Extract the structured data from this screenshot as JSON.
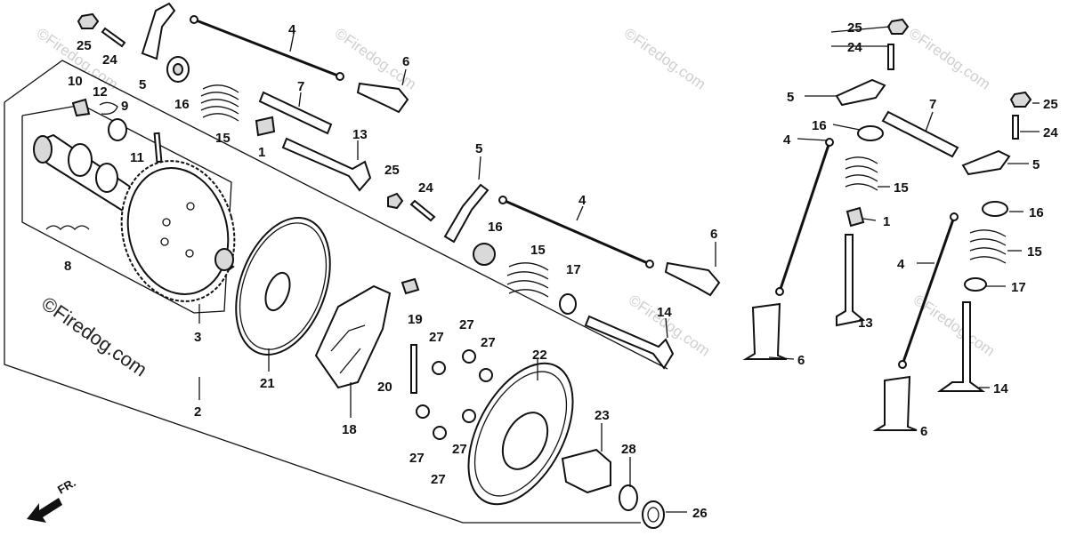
{
  "diagram": {
    "watermark": "©Firedog.com",
    "front_indicator": "FR.",
    "callouts": {
      "n1": "1",
      "n2": "2",
      "n3": "3",
      "n4": "4",
      "n5": "5",
      "n6": "6",
      "n7": "7",
      "n8": "8",
      "n9": "9",
      "n10": "10",
      "n11": "11",
      "n12": "12",
      "n13": "13",
      "n14": "14",
      "n15": "15",
      "n16": "16",
      "n17": "17",
      "n18": "18",
      "n19": "19",
      "n20": "20",
      "n21": "21",
      "n22": "22",
      "n23": "23",
      "n24": "24",
      "n25": "25",
      "n26": "26",
      "n27": "27",
      "n28": "28"
    }
  }
}
